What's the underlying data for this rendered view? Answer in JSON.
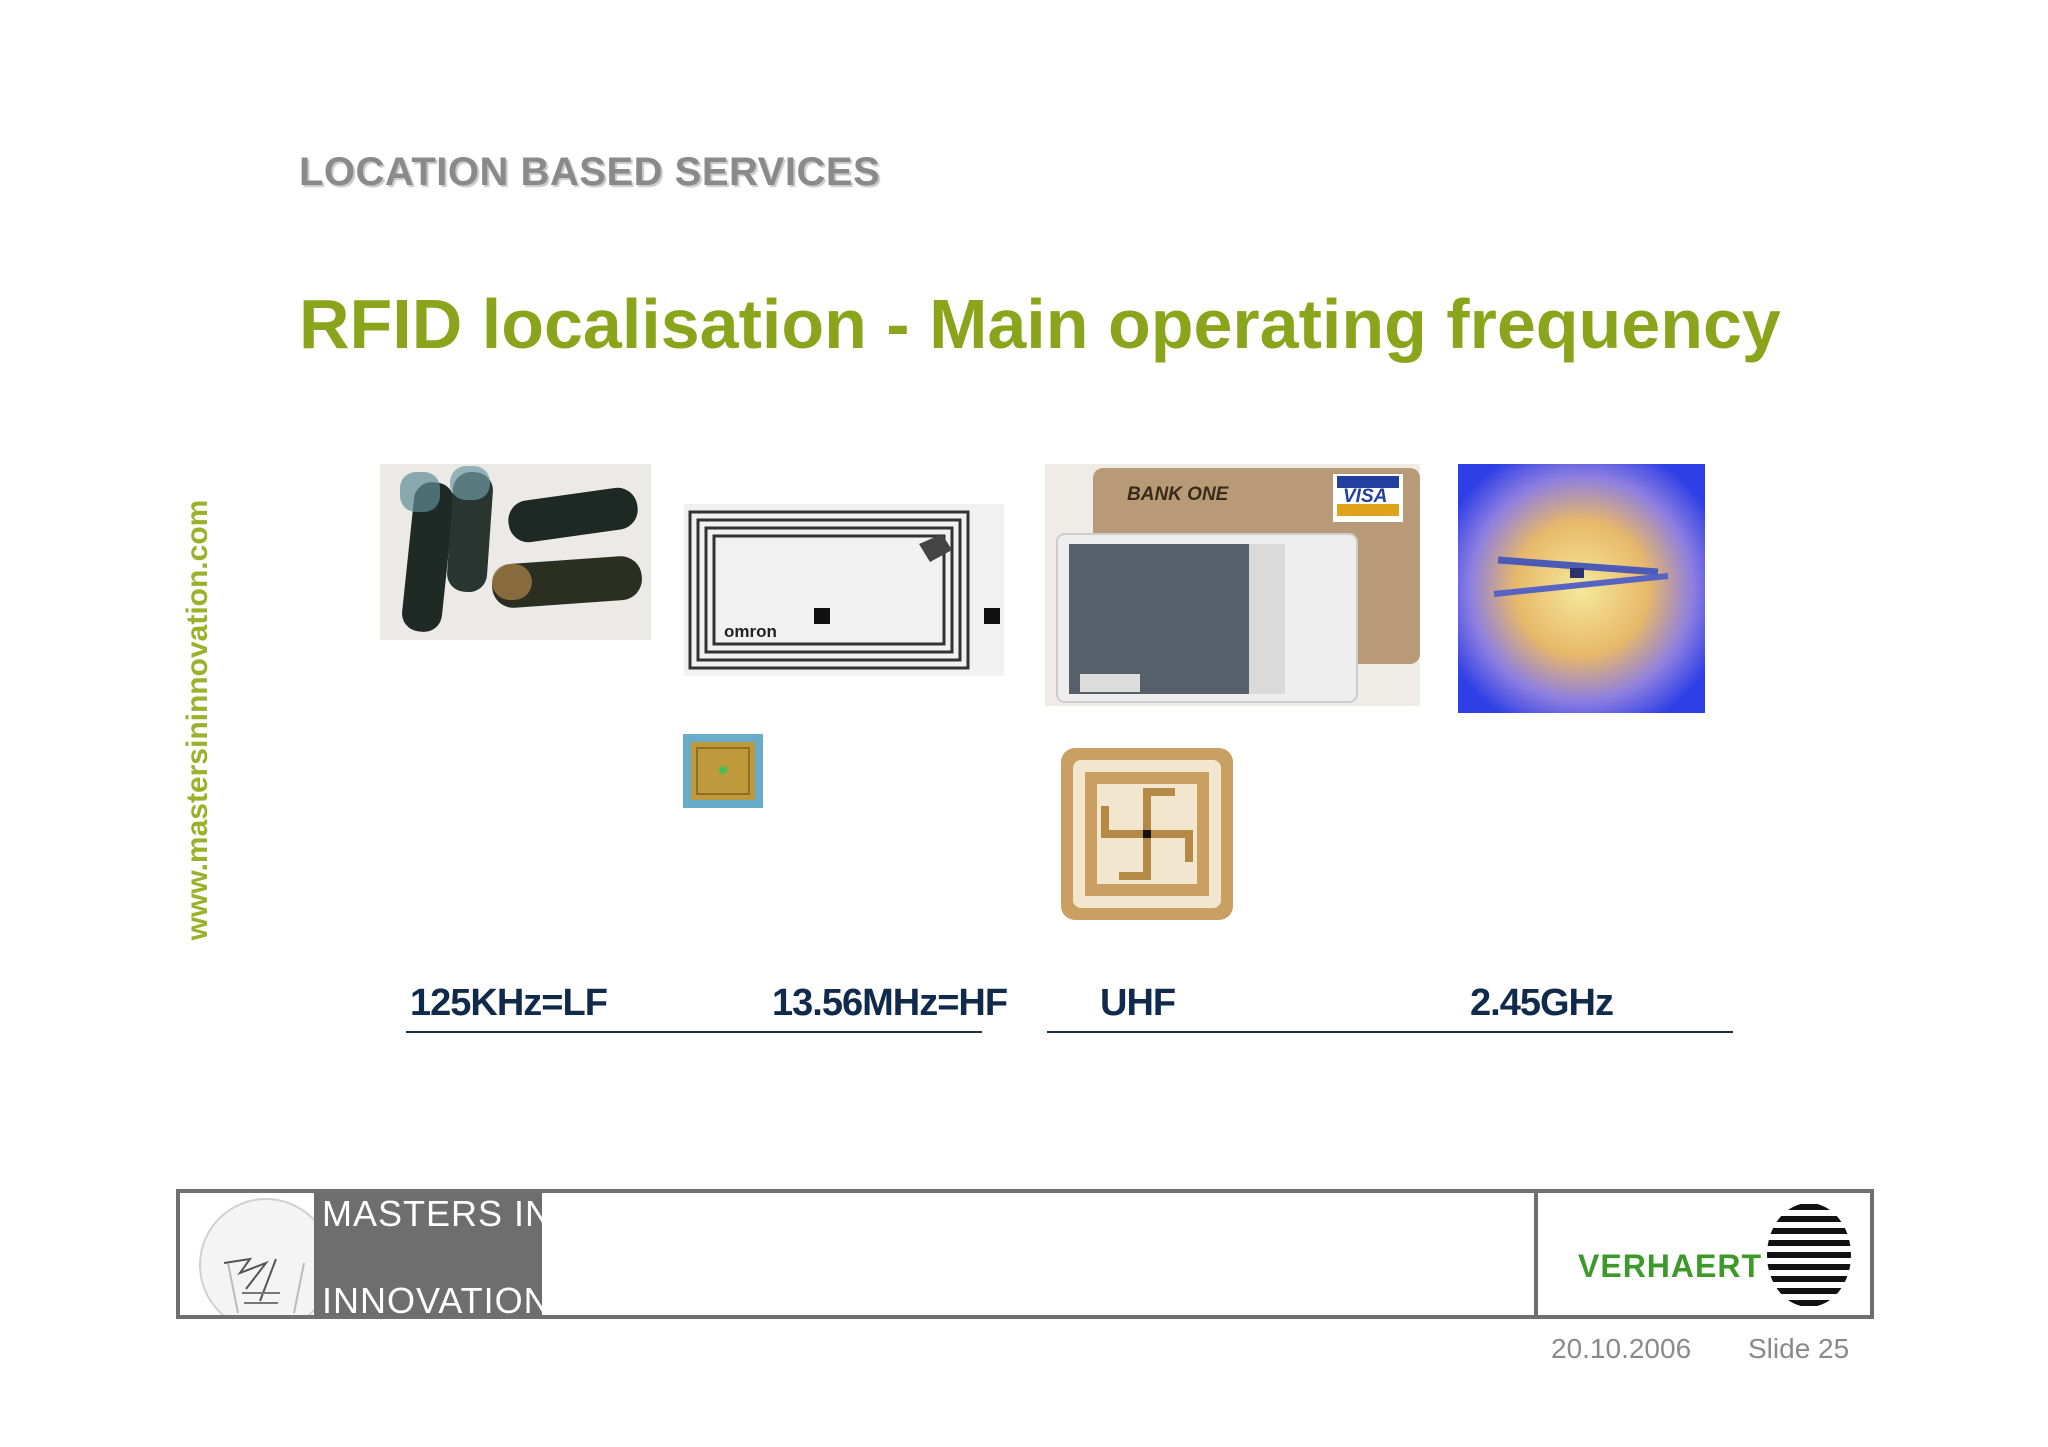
{
  "header": {
    "section_title": "LOCATION BASED SERVICES",
    "slide_title": "RFID localisation - Main operating frequency"
  },
  "sidebar": {
    "url": "www.mastersininnovation.com"
  },
  "figures": {
    "lf_tags": {
      "icon": "glass-capsule-tags"
    },
    "hf_label": {
      "icon": "hf-inlay-antenna",
      "brand_text": "omron"
    },
    "hf_chip": {
      "icon": "small-chip-square"
    },
    "uhf_card": {
      "icon": "uhf-card-tag",
      "bank_text": "BANK ONE",
      "card_text": "VISA"
    },
    "uhf_antenna": {
      "icon": "square-spiral-antenna"
    },
    "ghz_tag": {
      "icon": "microwave-dipole-tag"
    }
  },
  "frequencies": [
    {
      "label": "125KHz=LF"
    },
    {
      "label": "13.56MHz=HF"
    },
    {
      "label": "UHF"
    },
    {
      "label": "2.45GHz"
    }
  ],
  "footer": {
    "logo_line1": "MASTERS  IN",
    "logo_line2": "INNOVATION",
    "company": "VERHAERT",
    "date": "20.10.2006",
    "slide_number": "Slide 25"
  },
  "colors": {
    "title_green": "#8aa51c",
    "url_green": "#99b22a",
    "verhaert_green": "#3d9a2a",
    "navy_text": "#0f2a4a"
  }
}
